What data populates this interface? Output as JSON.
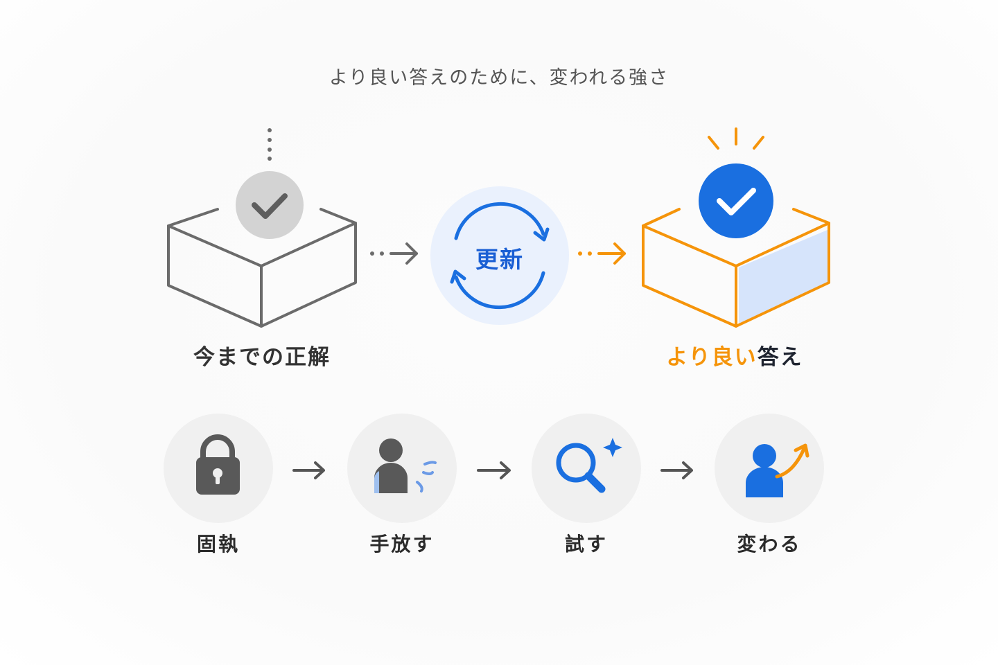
{
  "title": "より良い答えのために、変われる強さ",
  "top": {
    "current_label": "今までの正解",
    "center_label": "更新",
    "better_label_highlight": "より良い",
    "better_label_rest": "答え"
  },
  "steps": [
    {
      "label": "固執",
      "icon": "lock-icon"
    },
    {
      "label": "手放す",
      "icon": "person-letting-go-icon"
    },
    {
      "label": "試す",
      "icon": "magnifier-sparkle-icon"
    },
    {
      "label": "変わる",
      "icon": "person-growth-icon"
    }
  ],
  "colors": {
    "gray": "#6b6b6b",
    "orange": "#f5940a",
    "blue": "#1a6fe0",
    "light_blue_fill": "#d6e4fb",
    "circle_bg": "#f0f0f0",
    "center_circle_bg": "#eaf1fd"
  }
}
